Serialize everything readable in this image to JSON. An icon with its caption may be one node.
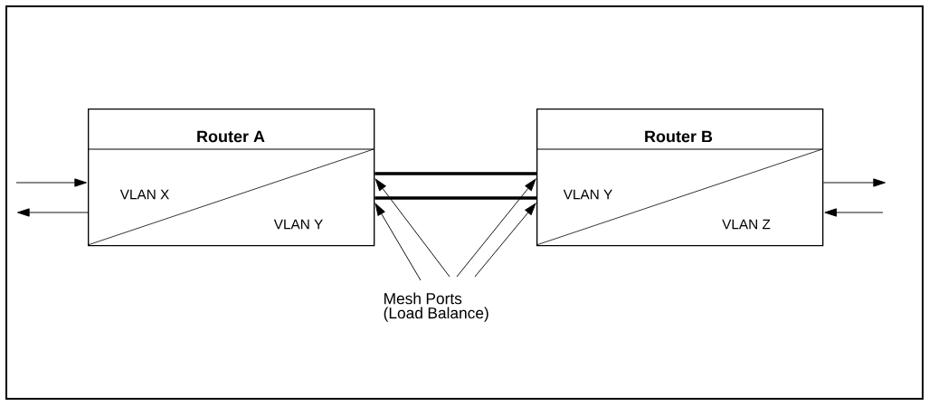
{
  "diagram": {
    "nodes": [
      {
        "text": [
          "Router A",
          "VLAN X",
          "VLAN Y"
        ]
      },
      {
        "text": [
          "Router B",
          "VLAN Y",
          "VLAN Z"
        ]
      },
      {
        "text": [
          "Mesh Ports (Load Balance)"
        ]
      }
    ],
    "edges": [
      {
        "from": 0,
        "to": 1,
        "arrow": "none",
        "style": "thick"
      },
      {
        "from": 0,
        "to": 1,
        "arrow": "none",
        "style": "thick"
      },
      {
        "from": 2,
        "to": 0,
        "arrow": "to"
      },
      {
        "from": 2,
        "to": 0,
        "arrow": "to"
      },
      {
        "from": 2,
        "to": 1,
        "arrow": "to"
      },
      {
        "from": 2,
        "to": 1,
        "arrow": "to"
      },
      {
        "from": null,
        "to": 0,
        "arrow": "to"
      },
      {
        "from": 0,
        "to": null,
        "arrow": "to"
      },
      {
        "from": 1,
        "to": null,
        "arrow": "to"
      },
      {
        "from": null,
        "to": 1,
        "arrow": "to"
      }
    ]
  }
}
